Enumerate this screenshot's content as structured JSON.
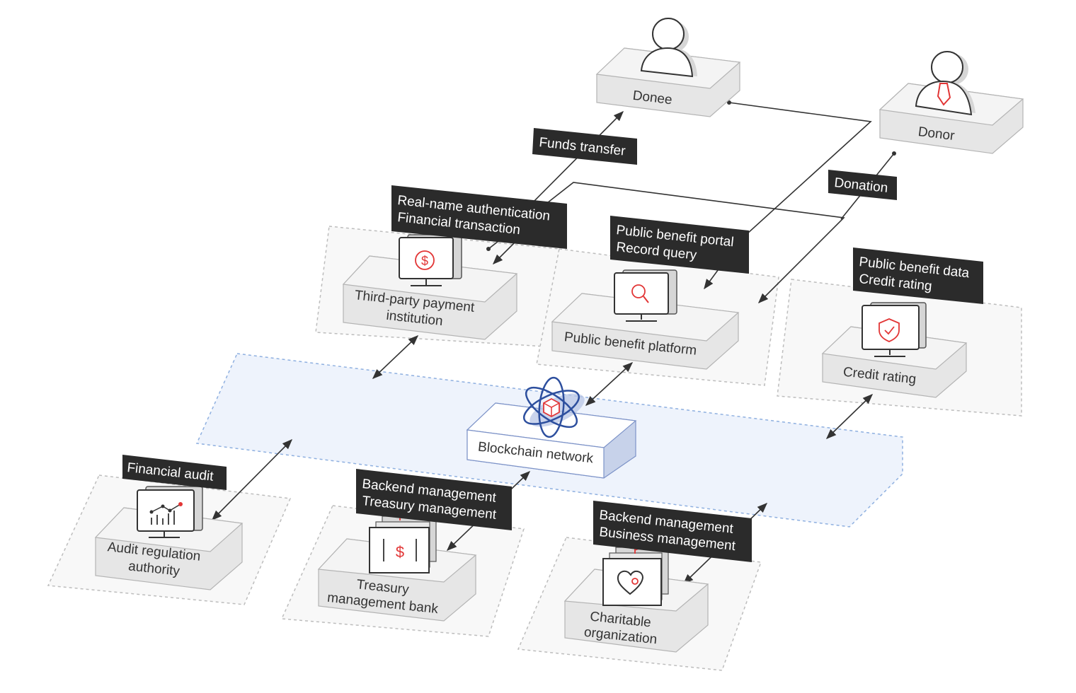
{
  "colors": {
    "accent": "#e23636",
    "chain_blue": "#2d4f9e",
    "zone_fill": "#eef3fc",
    "zone_border": "#8fb0e0",
    "tag_fill": "#2b2b2b",
    "box_fill": "#e6e6e6"
  },
  "nodes": {
    "donee": "Donee",
    "donor": "Donor",
    "third_party_1": "Third-party payment",
    "third_party_2": "institution",
    "platform": "Public benefit platform",
    "credit": "Credit rating",
    "blockchain": "Blockchain network",
    "audit_1": "Audit regulation",
    "audit_2": "authority",
    "treasury_1": "Treasury",
    "treasury_2": "management bank",
    "charity_1": "Charitable",
    "charity_2": "organization"
  },
  "tags": {
    "funds_transfer": "Funds transfer",
    "donation": "Donation",
    "realname_1": "Real-name authentication",
    "realname_2": "Financial transaction",
    "portal_1": "Public benefit portal",
    "portal_2": "Record query",
    "pbdata_1": "Public benefit data",
    "pbdata_2": "Credit rating",
    "fin_audit": "Financial audit",
    "backend_t_1": "Backend management",
    "backend_t_2": "Treasury management",
    "backend_b_1": "Backend management",
    "backend_b_2": "Business management"
  },
  "icons": {
    "donee": "person-icon",
    "donor": "person-with-tie-icon",
    "payment": "dollar-monitor-icon",
    "platform": "search-monitor-icon",
    "credit": "shield-check-monitor-icon",
    "blockchain": "atom-cube-icon",
    "audit": "chart-monitor-icon",
    "treasury": "dollar-document-icon",
    "charity": "heart-document-icon"
  }
}
